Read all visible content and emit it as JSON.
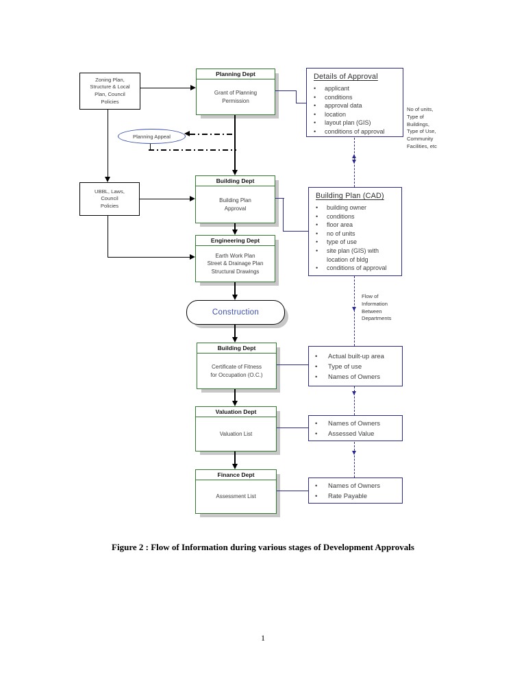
{
  "page": {
    "caption": "Figure 2 : Flow of Information during various stages of Development Approvals",
    "page_number": "1"
  },
  "colors": {
    "dept_border_green": "#2e7b2e",
    "detail_border_navy": "#28288e",
    "accent_blue": "#3a4fae",
    "shadow_gray": "#c7c7c7",
    "text_gray": "#333333"
  },
  "nodes": {
    "zoning": {
      "lines": [
        "Zoning Plan,",
        "Structure & Local",
        "Plan, Council",
        "Policies"
      ]
    },
    "ubbl": {
      "lines": [
        "UBBL, Laws,",
        "Council",
        "Policies"
      ]
    },
    "planning": {
      "header": "Planning Dept",
      "body": [
        "Grant of Planning",
        "Permission"
      ]
    },
    "building1": {
      "header": "Building Dept",
      "body": [
        "Building Plan",
        "Approval"
      ]
    },
    "engineering": {
      "header": "Engineering Dept",
      "body": [
        "Earth Work Plan",
        "Street & Drainage Plan",
        "Structural Drawings"
      ]
    },
    "construction": {
      "label": "Construction"
    },
    "building2": {
      "header": "Building Dept",
      "body": [
        "Certificate of Fitness",
        "for Occupation (O.C.)"
      ]
    },
    "valuation": {
      "header": "Valuation Dept",
      "body": [
        "Valuation List"
      ]
    },
    "finance": {
      "header": "Finance Dept",
      "body": [
        "Assessment List"
      ]
    },
    "appeal": {
      "label": "Planning Appeal"
    }
  },
  "details": {
    "approval": {
      "title": "Details of Approval",
      "items": [
        "applicant",
        "conditions",
        "approval data",
        "location",
        "layout plan (GIS)",
        "conditions of approval"
      ]
    },
    "cad": {
      "title": "Building Plan (CAD)",
      "items": [
        "building owner",
        "conditions",
        "floor area",
        "no of units",
        "type of use",
        "site plan (GIS) with location of bldg",
        "conditions of approval"
      ]
    },
    "occupation": {
      "items": [
        "Actual built-up area",
        "Type of use",
        "Names of Owners"
      ]
    },
    "valuation": {
      "items": [
        "Names of Owners",
        "Assessed Value"
      ]
    },
    "finance": {
      "items": [
        "Names of Owners",
        "Rate Payable"
      ]
    }
  },
  "annotations": {
    "side_note": [
      "No of units,",
      "Type of",
      "Buildings,",
      "Type of Use,",
      "Community",
      "Facilities, etc"
    ],
    "flow_label": [
      "Flow of",
      "Information",
      "Between",
      "Departments"
    ]
  }
}
